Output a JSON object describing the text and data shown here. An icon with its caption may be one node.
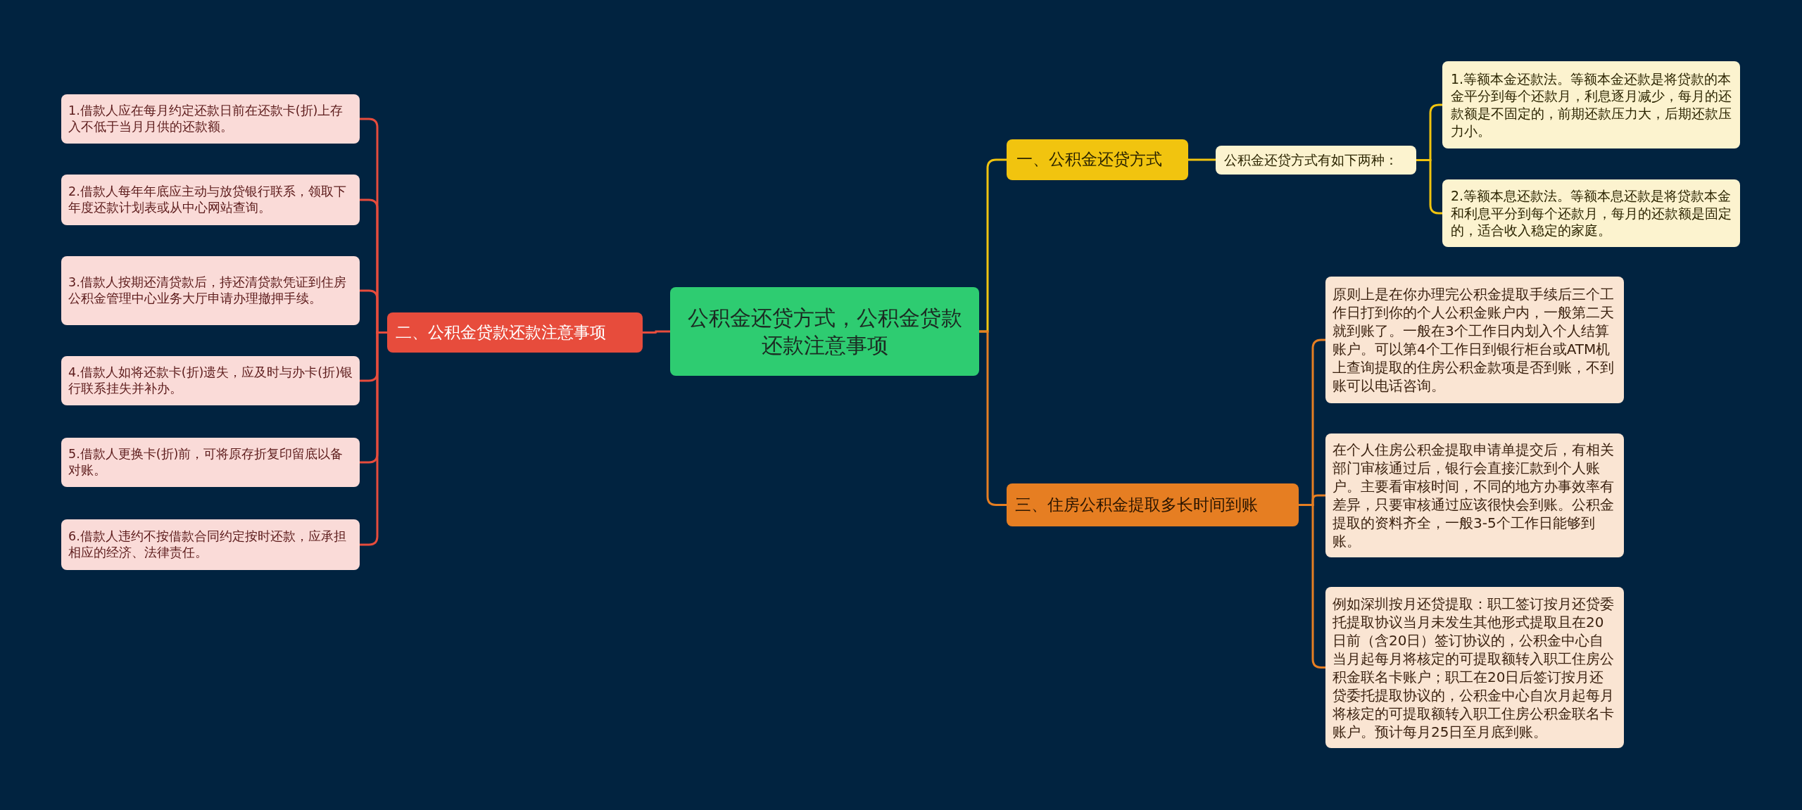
{
  "diagram": {
    "nodes": [
      {
        "text": [
          "公积金还贷方式，公积金贷款还款注意事项"
        ]
      },
      {
        "text": [
          "一、公积金还贷方式"
        ]
      },
      {
        "text": [
          "公积金还贷方式有如下两种："
        ]
      },
      {
        "text": [
          "1.等额本金还款法。等额本金还款是将贷款的本金平分到每个还款月，利息逐月减少，每月的还款额是不固定的，前期还款压力大，后期还款压力小。"
        ]
      },
      {
        "text": [
          "2.等额本息还款法。等额本息还款是将贷款本金和利息平分到每个还款月，每月的还款额是固定的，适合收入稳定的家庭。"
        ]
      },
      {
        "text": [
          "二、公积金贷款还款注意事项"
        ]
      },
      {
        "text": [
          "1.借款人应在每月约定还款日前在还款卡(折)上存入不低于当月月供的还款额。"
        ]
      },
      {
        "text": [
          "2.借款人每年年底应主动与放贷银行联系，领取下年度还款计划表或从中心网站查询。"
        ]
      },
      {
        "text": [
          "3.借款人按期还清贷款后，持还清贷款凭证到住房公积金管理中心业务大厅申请办理撤押手续。"
        ]
      },
      {
        "text": [
          "4.借款人如将还款卡(折)遗失，应及时与办卡(折)银行联系挂失并补办。"
        ]
      },
      {
        "text": [
          "5.借款人更换卡(折)前，可将原存折复印留底以备对账。"
        ]
      },
      {
        "text": [
          "6.借款人违约不按借款合同约定按时还款，应承担相应的经济、法律责任。"
        ]
      },
      {
        "text": [
          "三、住房公积金提取多长时间到账"
        ]
      },
      {
        "text": [
          "原则上是在你办理完公积金提取手续后三个工作日打到你的个人公积金账户内，一般第二天就到账了。一般在3个工作日内划入个人结算账户。可以第4个工作日到银行柜台或ATM机上查询提取的住房公积金款项是否到账，不到账可以电话咨询。"
        ]
      },
      {
        "text": [
          " 在个人住房公积金提取申请单提交后，有相关部门审核通过后，银行会直接汇款到个人账户。主要看审核时间，不同的地方办事效率有差异，只要审核通过应该很快会到账。公积金提取的资料齐全，一般3-5个工作日能够到账。"
        ]
      },
      {
        "text": [
          "例如深圳按月还贷提取：职工签订按月还贷委托提取协议当月未发生其他形式提取且在20日前（含20日）签订协议的，公积金中心自当月起每月将核定的可提取额转入职工住房公积金联名卡账户；职工在20日后签订按月还贷委托提取协议的，公积金中心自次月起每月将核定的可提取额转入职工住房公积金联名卡账户。预计每月25日至月底到账。"
        ]
      }
    ],
    "edges": [
      {
        "from": 0,
        "to": 1,
        "arrow": "none",
        "color": "#f1c40f"
      },
      {
        "from": 1,
        "to": 2,
        "arrow": "none",
        "color": "#f1c40f"
      },
      {
        "from": 2,
        "to": 3,
        "arrow": "none",
        "color": "#f1c40f"
      },
      {
        "from": 2,
        "to": 4,
        "arrow": "none",
        "color": "#f1c40f"
      },
      {
        "from": 0,
        "to": 5,
        "arrow": "none"
      },
      {
        "from": 5,
        "to": 6,
        "arrow": "none"
      },
      {
        "from": 5,
        "to": 7,
        "arrow": "none"
      },
      {
        "from": 5,
        "to": 8,
        "arrow": "none"
      },
      {
        "from": 5,
        "to": 9,
        "arrow": "none"
      },
      {
        "from": 5,
        "to": 10,
        "arrow": "none"
      },
      {
        "from": 5,
        "to": 11,
        "arrow": "none"
      },
      {
        "from": 0,
        "to": 12,
        "arrow": "none",
        "color": "#e67e22"
      },
      {
        "from": 12,
        "to": 13,
        "arrow": "none",
        "color": "#e67e22"
      },
      {
        "from": 12,
        "to": 14,
        "arrow": "none",
        "color": "#e67e22"
      },
      {
        "from": 12,
        "to": 15,
        "arrow": "none",
        "color": "#e67e22"
      }
    ]
  }
}
